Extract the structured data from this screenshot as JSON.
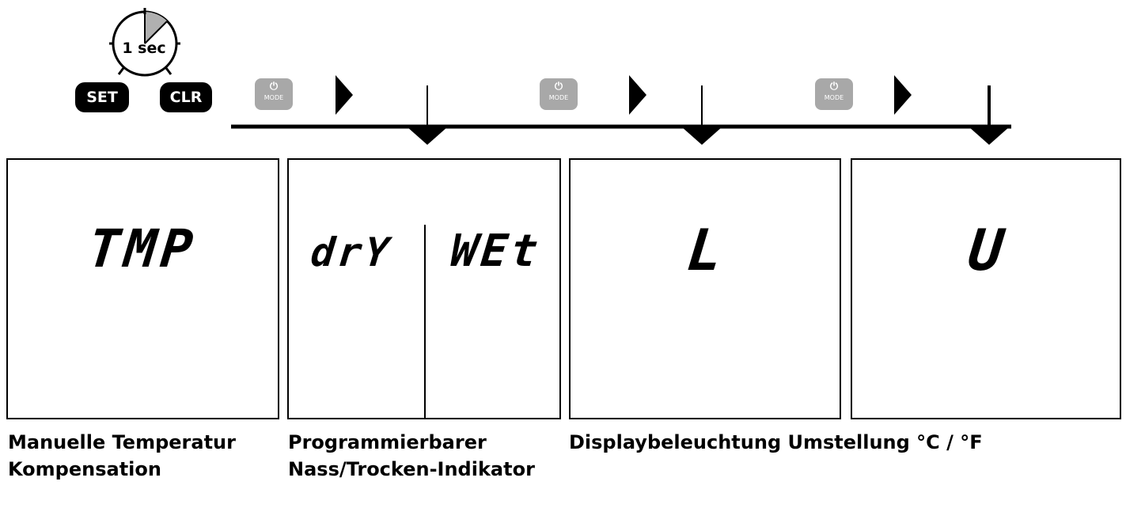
{
  "timer": {
    "label": "1 sec"
  },
  "keys": {
    "set_label": "SET",
    "clr_label": "CLR"
  },
  "mode_buttons": [
    {
      "symbol": "⏻",
      "label": "MODE"
    },
    {
      "symbol": "⏻",
      "label": "MODE"
    },
    {
      "symbol": "⏻",
      "label": "MODE"
    }
  ],
  "panels": [
    {
      "display": "TMP"
    },
    {
      "display_left": "drY",
      "display_right": "WEt"
    },
    {
      "display": "L"
    },
    {
      "display": "U"
    }
  ],
  "captions": {
    "c1_line1": "Manuelle Temperatur",
    "c1_line2": "Kompensation",
    "c2_line1": "Programmierbarer",
    "c2_line2": "Nass/Trocken-Indikator",
    "c3_line1": "Displaybeleuchtung Umstellung °C / °F"
  },
  "colors": {
    "ink": "#000000",
    "button_gray": "#a8a8a8",
    "clock_fill": "#b0b0b0"
  }
}
